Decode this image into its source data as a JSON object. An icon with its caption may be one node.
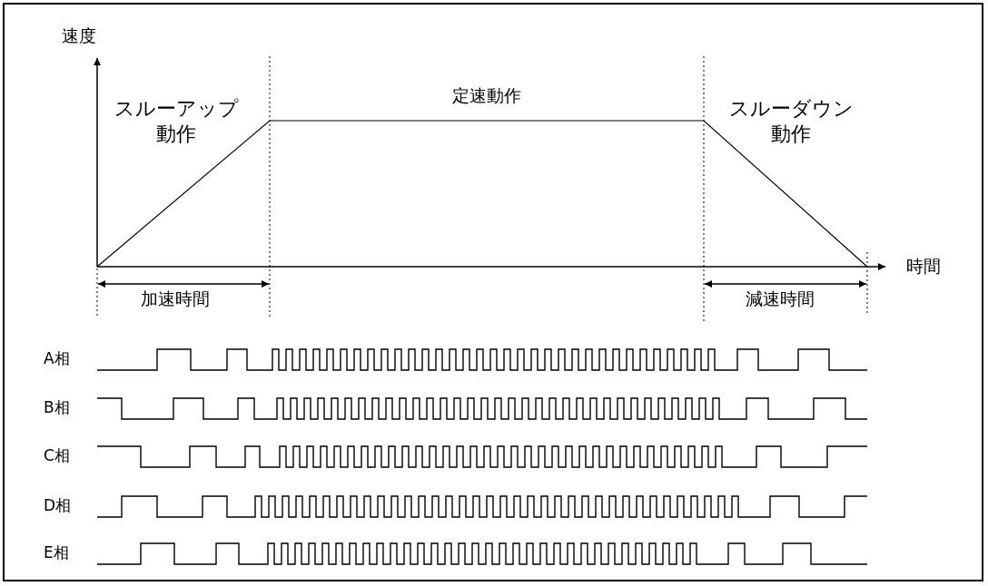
{
  "diagram": {
    "labels": [
      "速度",
      "スルーアップ動作",
      "定速動作",
      "スルーダウン動作",
      "時間",
      "加速時間",
      "減速時間",
      "A相",
      "B相",
      "C相",
      "D相",
      "E相"
    ]
  }
}
